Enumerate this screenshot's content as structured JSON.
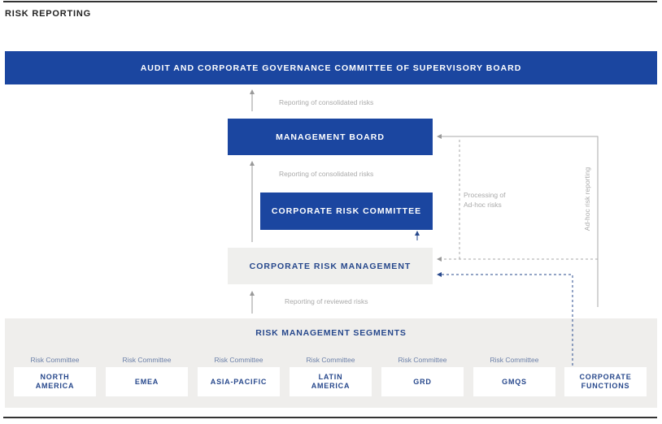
{
  "title": "RISK REPORTING",
  "boxes": {
    "audit": "AUDIT AND CORPORATE GOVERNANCE COMMITTEE OF SUPERVISORY BOARD",
    "management_board": "MANAGEMENT BOARD",
    "corporate_risk_committee": "CORPORATE RISK COMMITTEE",
    "corporate_risk_management": "CORPORATE RISK MANAGEMENT"
  },
  "labels": {
    "consolidated_1": "Reporting of consolidated risks",
    "consolidated_2": "Reporting of consolidated risks",
    "reviewed": "Reporting of reviewed risks",
    "processing": "Processing of\nAd-hoc risks",
    "adhoc": "Ad-hoc risk reporting"
  },
  "segments": {
    "title": "RISK MANAGEMENT SEGMENTS",
    "units": [
      {
        "committee": "Risk Committee",
        "name": "NORTH\nAMERICA"
      },
      {
        "committee": "Risk Committee",
        "name": "EMEA"
      },
      {
        "committee": "Risk Committee",
        "name": "ASIA-PACIFIC"
      },
      {
        "committee": "Risk Committee",
        "name": "LATIN\nAMERICA"
      },
      {
        "committee": "Risk Committee",
        "name": "GRD"
      },
      {
        "committee": "Risk Committee",
        "name": "GMQS"
      },
      {
        "committee": "",
        "name": "CORPORATE\nFUNCTIONS"
      }
    ]
  },
  "colors": {
    "primary": "#1b46a0",
    "panel": "#efeeec",
    "text_blue": "#27488c"
  }
}
